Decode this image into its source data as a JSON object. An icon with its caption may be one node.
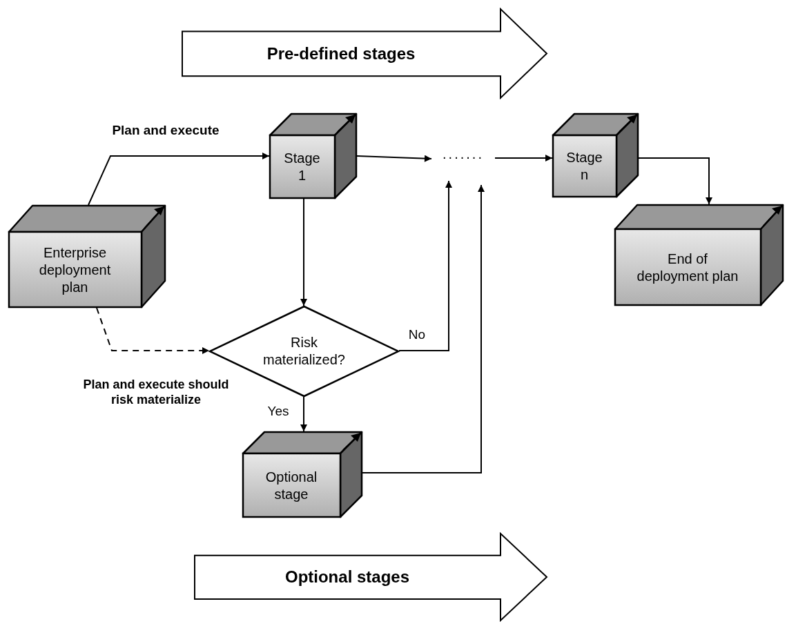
{
  "diagram": {
    "nodes": [
      {
        "text": [
          "Pre-defined stages"
        ]
      },
      {
        "text": [
          "Enterprise deployment plan"
        ]
      },
      {
        "text": [
          "Stage 1"
        ]
      },
      {
        "text": [
          "......."
        ]
      },
      {
        "text": [
          "Stage n"
        ]
      },
      {
        "text": [
          "End of deployment plan"
        ]
      },
      {
        "text": [
          "Risk materialized?"
        ]
      },
      {
        "text": [
          "Optional stage"
        ]
      },
      {
        "text": [
          "Optional stages"
        ]
      }
    ],
    "edges": [
      {
        "from": 1,
        "to": 2,
        "arrow": "to",
        "label": "Plan and execute"
      },
      {
        "from": 2,
        "to": 3,
        "arrow": "to"
      },
      {
        "from": 3,
        "to": 4,
        "arrow": "to"
      },
      {
        "from": 4,
        "to": 5,
        "arrow": "to"
      },
      {
        "from": 2,
        "to": 6,
        "arrow": "to"
      },
      {
        "from": 1,
        "to": 6,
        "arrow": "to",
        "style": "dashed",
        "label": "Plan and execute should risk materialize"
      },
      {
        "from": 6,
        "to": 3,
        "arrow": "to",
        "label": "No"
      },
      {
        "from": 6,
        "to": 7,
        "arrow": "to",
        "label": "Yes"
      },
      {
        "from": 7,
        "to": 3,
        "arrow": "to"
      }
    ]
  }
}
